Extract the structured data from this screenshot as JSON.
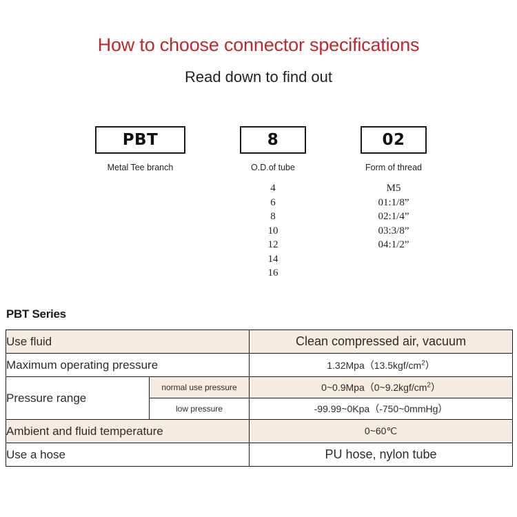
{
  "header": {
    "title": "How to choose connector specifications",
    "subtitle": "Read down to find out",
    "title_color": "#c0282d"
  },
  "code_breakdown": [
    {
      "key": "series",
      "box_value": "PBT",
      "caption": "Metal Tee branch",
      "options": []
    },
    {
      "key": "od",
      "box_value": "8",
      "caption": "O.D.of tube",
      "options": [
        "4",
        "6",
        "8",
        "10",
        "12",
        "14",
        "16"
      ]
    },
    {
      "key": "thread",
      "box_value": "02",
      "caption": "Form of thread",
      "options": [
        "M5",
        "01:1/8”",
        "02:1/4”",
        "03:3/8”",
        "04:1/2”"
      ]
    }
  ],
  "spec": {
    "section_title": "PBT Series",
    "shade_color": "#f6ece1",
    "rows": [
      {
        "label": "Use fluid",
        "sublabel": null,
        "value": "Clean compressed air, vacuum",
        "shaded": true,
        "value_size": "big"
      },
      {
        "label": "Maximum operating pressure",
        "sublabel": null,
        "value": "1.32Mpa（13.5kgf/cm",
        "value_sup": "2",
        "value_tail": "）",
        "shaded": false,
        "value_size": "small"
      },
      {
        "label": "Pressure range",
        "sublabel": "normal use pressure",
        "value": "0~0.9Mpa（0~9.2kgf/cm",
        "value_sup": "2",
        "value_tail": "）",
        "shaded": true,
        "value_size": "small"
      },
      {
        "label": "",
        "sublabel": "low pressure",
        "value": "-99.99~0Kpa（-750~0mmHg）",
        "shaded": false,
        "value_size": "small"
      },
      {
        "label": "Ambient and fluid temperature",
        "sublabel": null,
        "value": "0~60℃",
        "shaded": true,
        "value_size": "small"
      },
      {
        "label": "Use a hose",
        "sublabel": null,
        "value": "PU hose, nylon tube",
        "shaded": false,
        "value_size": "big"
      }
    ]
  }
}
